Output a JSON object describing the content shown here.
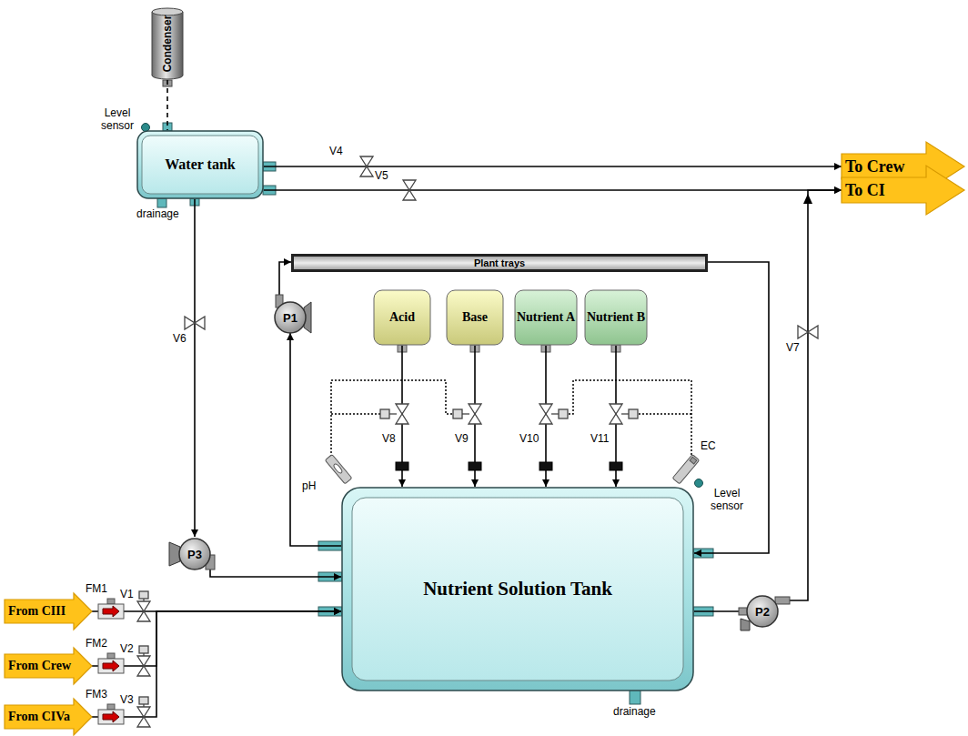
{
  "diagram": {
    "nodes": [
      {
        "text": [
          "Condenser"
        ]
      },
      {
        "text": [
          "Water tank"
        ]
      },
      {
        "text": [
          "Plant trays"
        ]
      },
      {
        "text": [
          "Acid"
        ]
      },
      {
        "text": [
          "Base"
        ]
      },
      {
        "text": [
          "Nutrient A"
        ]
      },
      {
        "text": [
          "Nutrient B"
        ]
      },
      {
        "text": [
          "Nutrient Solution Tank"
        ]
      },
      {
        "text": [
          "P1"
        ]
      },
      {
        "text": [
          "P2"
        ]
      },
      {
        "text": [
          "P3"
        ]
      },
      {
        "text": [
          "To Crew"
        ]
      },
      {
        "text": [
          "To CI"
        ]
      },
      {
        "text": [
          "From CIII"
        ]
      },
      {
        "text": [
          "From Crew"
        ]
      },
      {
        "text": [
          "From CIVa"
        ]
      }
    ],
    "edges": [
      {
        "from": 0,
        "to": 1,
        "arrow": "none"
      },
      {
        "from": 1,
        "to": 11,
        "arrow": "to"
      },
      {
        "from": 1,
        "to": 12,
        "arrow": "to"
      },
      {
        "from": 1,
        "to": 10,
        "arrow": "to"
      },
      {
        "from": 10,
        "to": 7,
        "arrow": "to"
      },
      {
        "from": 7,
        "to": 8,
        "arrow": "to"
      },
      {
        "from": 8,
        "to": 2,
        "arrow": "to"
      },
      {
        "from": 2,
        "to": 7,
        "arrow": "to"
      },
      {
        "from": 7,
        "to": 9,
        "arrow": "none"
      },
      {
        "from": 9,
        "to": 12,
        "arrow": "to"
      },
      {
        "from": 3,
        "to": 7,
        "arrow": "to"
      },
      {
        "from": 4,
        "to": 7,
        "arrow": "to"
      },
      {
        "from": 5,
        "to": 7,
        "arrow": "to"
      },
      {
        "from": 6,
        "to": 7,
        "arrow": "to"
      },
      {
        "from": 13,
        "to": 7,
        "arrow": "to"
      },
      {
        "from": 14,
        "to": 7,
        "arrow": "to"
      },
      {
        "from": 15,
        "to": 7,
        "arrow": "to"
      }
    ],
    "labels": [
      "Level sensor",
      "drainage",
      "V4",
      "V5",
      "V6",
      "V7",
      "V8",
      "V9",
      "V10",
      "V11",
      "pH",
      "EC",
      "Level sensor",
      "drainage",
      "FM1",
      "V1",
      "FM2",
      "V2",
      "FM3",
      "V3"
    ]
  }
}
